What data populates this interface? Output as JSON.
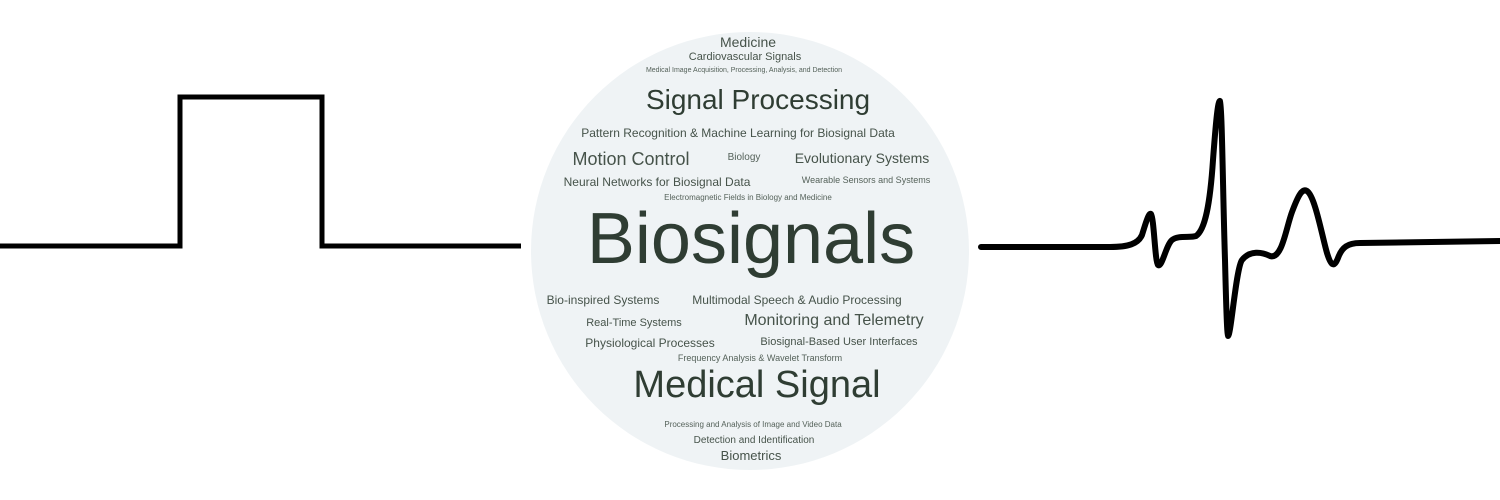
{
  "colors": {
    "background": "#ffffff",
    "cloud_disc": "#eff3f5",
    "word_dark": "#2f3d33",
    "word_mid": "#46534a",
    "wave_stroke": "#000000"
  },
  "waveforms": {
    "left": "square-pulse",
    "right": "ecg-heartbeat"
  },
  "word_cloud": {
    "medicine": "Medicine",
    "cardiovascular": "Cardiovascular Signals",
    "medical_image": "Medical Image Acquisition, Processing, Analysis, and Detection",
    "signal_processing": "Signal Processing",
    "pattern_recognition": "Pattern Recognition & Machine Learning for Biosignal Data",
    "motion_control": "Motion Control",
    "biology": "Biology",
    "evolutionary": "Evolutionary Systems",
    "neural_networks": "Neural Networks for Biosignal Data",
    "wearable": "Wearable Sensors and Systems",
    "electromagnetic": "Electromagnetic Fields in Biology and Medicine",
    "biosignals": "Biosignals",
    "bio_inspired": "Bio-inspired Systems",
    "multimodal": "Multimodal Speech & Audio Processing",
    "real_time": "Real-Time Systems",
    "monitoring": "Monitoring and Telemetry",
    "physiological": "Physiological Processes",
    "user_interfaces": "Biosignal-Based User Interfaces",
    "frequency": "Frequency Analysis & Wavelet Transform",
    "medical_signal": "Medical Signal",
    "image_video": "Processing and Analysis of Image and Video Data",
    "detection": "Detection and Identification",
    "biometrics": "Biometrics"
  }
}
